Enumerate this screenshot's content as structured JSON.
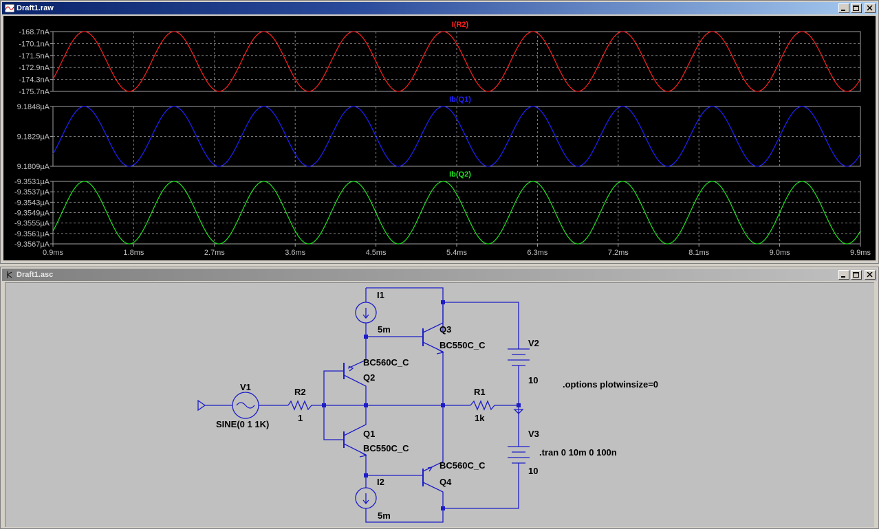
{
  "waveform_window": {
    "title": "Draft1.raw",
    "icon": "waveform-icon",
    "controls": [
      "minimize-icon",
      "maximize-icon",
      "close-icon"
    ]
  },
  "schematic_window": {
    "title": "Draft1.asc",
    "icon": "schematic-icon",
    "controls": [
      "minimize-icon",
      "maximize-icon",
      "close-icon"
    ]
  },
  "colors": {
    "plot_bg": "#000000",
    "trace_ir2": "#ff2020",
    "trace_ibq1": "#2020ff",
    "trace_ibq2": "#20e020",
    "wire": "#1c1cc8",
    "schematic_bg": "#c0c0c0"
  },
  "chart_data": [
    {
      "type": "line",
      "title": "I(R2)",
      "ylabel_ticks": [
        "-168.7nA",
        "-170.1nA",
        "-171.5nA",
        "-172.9nA",
        "-174.3nA",
        "-175.7nA"
      ],
      "ylim": [
        -175.7,
        -168.7
      ],
      "xlim": [
        0.9,
        9.9
      ],
      "series": [
        {
          "name": "I(R2)",
          "period_ms": 1.0,
          "phase_peak_ms": 1.25,
          "min": -175.7,
          "max": -168.7
        }
      ]
    },
    {
      "type": "line",
      "title": "Ib(Q1)",
      "ylabel_ticks": [
        "9.1848µA",
        "9.1829µA",
        "9.1809µA"
      ],
      "ylim": [
        9.1809,
        9.1848
      ],
      "xlim": [
        0.9,
        9.9
      ],
      "series": [
        {
          "name": "Ib(Q1)",
          "period_ms": 1.0,
          "phase_peak_ms": 1.25,
          "min": 9.1809,
          "max": 9.1848
        }
      ]
    },
    {
      "type": "line",
      "title": "Ib(Q2)",
      "ylabel_ticks": [
        "-9.3531µA",
        "-9.3537µA",
        "-9.3543µA",
        "-9.3549µA",
        "-9.3555µA",
        "-9.3561µA",
        "-9.3567µA"
      ],
      "ylim": [
        -9.3567,
        -9.3531
      ],
      "xlim": [
        0.9,
        9.9
      ],
      "xticks": [
        "0.9ms",
        "1.8ms",
        "2.7ms",
        "3.6ms",
        "4.5ms",
        "5.4ms",
        "6.3ms",
        "7.2ms",
        "8.1ms",
        "9.0ms",
        "9.9ms"
      ],
      "series": [
        {
          "name": "Ib(Q2)",
          "period_ms": 1.0,
          "phase_peak_ms": 1.25,
          "min": -9.3567,
          "max": -9.3531
        }
      ]
    }
  ],
  "schematic": {
    "labels": {
      "I1": "I1",
      "I1_val": "5m",
      "I2": "I2",
      "I2_val": "5m",
      "Q1": "Q1",
      "Q1_model": "BC550C_C",
      "Q2": "Q2",
      "Q2_model": "BC560C_C",
      "Q3": "Q3",
      "Q3_model": "BC550C_C",
      "Q4": "Q4",
      "Q4_model": "BC560C_C",
      "V1": "V1",
      "V1_val": "SINE(0 1 1K)",
      "V2": "V2",
      "V2_val": "10",
      "V3": "V3",
      "V3_val": "10",
      "R1": "R1",
      "R1_val": "1k",
      "R2": "R2",
      "R2_val": "1",
      "opt": ".options plotwinsize=0",
      "tran": ".tran 0 10m 0 100n"
    }
  }
}
